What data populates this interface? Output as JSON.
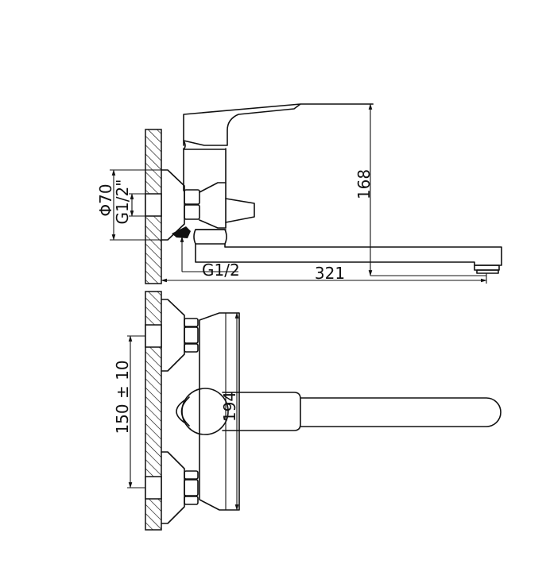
{
  "drawing": {
    "dimensions": {
      "phi70": "Φ70",
      "g12_quote": "G1/2\"",
      "height_168": "168",
      "g12_inlet": "G1/2",
      "length_321": "321",
      "center_150": "150 ± 10",
      "width_194": "194"
    }
  }
}
